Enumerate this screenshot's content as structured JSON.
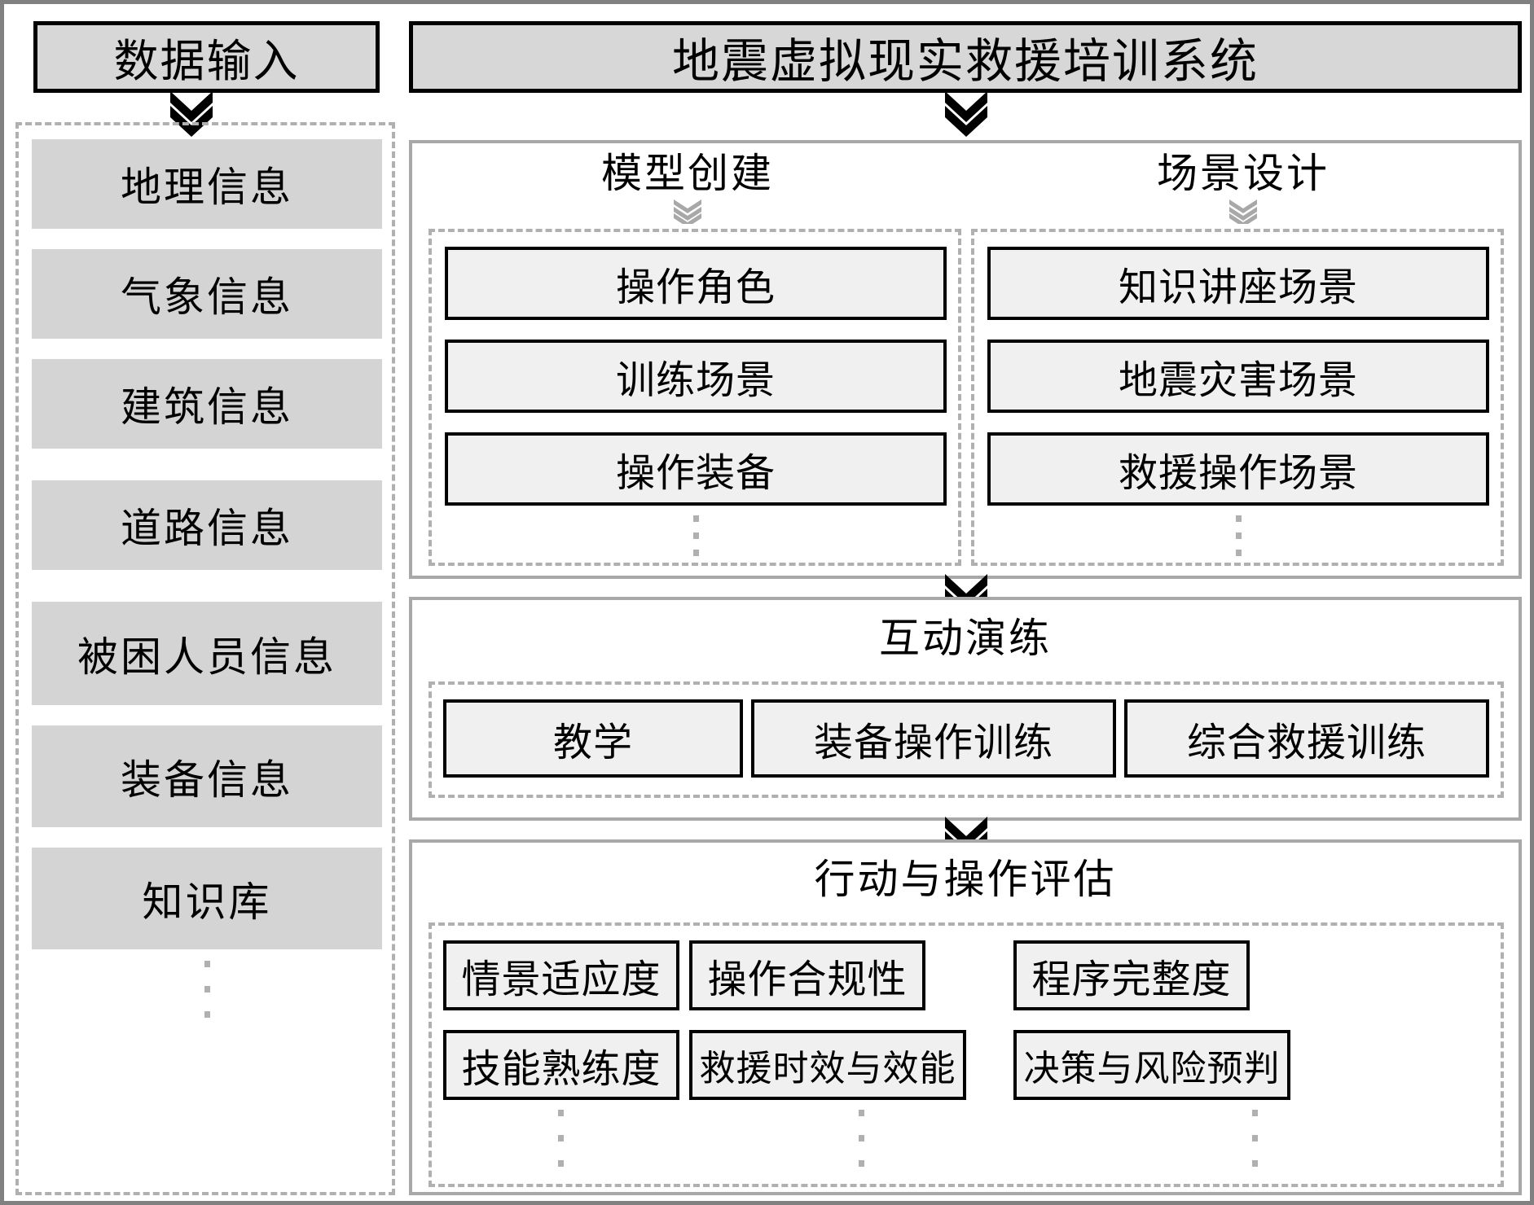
{
  "diagram": {
    "title": "地震虚拟现实救援培训系统",
    "left_header": "数据输入",
    "colors": {
      "header_fill": "#d7d7d7",
      "header_border": "#000000",
      "item_fill": "#d4d4d4",
      "box_fill": "#f0f0f0",
      "panel_border": "#a8a8a8",
      "dashed_border": "#b0b0b0",
      "arrow": "#000000",
      "arrow_small": "#a0a0a0"
    }
  },
  "data_input": {
    "header": "数据输入",
    "items": [
      {
        "label": "地理信息"
      },
      {
        "label": "气象信息"
      },
      {
        "label": "建筑信息"
      },
      {
        "label": "道路信息"
      },
      {
        "label": "被困人员信息"
      },
      {
        "label": "装备信息"
      },
      {
        "label": "知识库"
      }
    ],
    "ellipsis": "⋮"
  },
  "model_creation": {
    "title": "模型创建",
    "items": [
      {
        "label": "操作角色"
      },
      {
        "label": "训练场景"
      },
      {
        "label": "操作装备"
      }
    ],
    "ellipsis": "⋮"
  },
  "scene_design": {
    "title": "场景设计",
    "items": [
      {
        "label": "知识讲座场景"
      },
      {
        "label": "地震灾害场景"
      },
      {
        "label": "救援操作场景"
      }
    ],
    "ellipsis": "⋮"
  },
  "interactive_drill": {
    "title": "互动演练",
    "items": [
      {
        "label": "教学"
      },
      {
        "label": "装备操作训练"
      },
      {
        "label": "综合救援训练"
      }
    ]
  },
  "evaluation": {
    "title": "行动与操作评估",
    "items": [
      {
        "label": "情景适应度"
      },
      {
        "label": "操作合规性"
      },
      {
        "label": "程序完整度"
      },
      {
        "label": "技能熟练度"
      },
      {
        "label": "救援时效与效能"
      },
      {
        "label": "决策与风险预判"
      }
    ],
    "ellipsis": "⋮"
  },
  "icons": {
    "double_chevron_down": "double-chevron-down-icon",
    "triple_chevron_down": "triple-chevron-down-icon",
    "vertical_ellipsis": "vertical-ellipsis-icon"
  }
}
